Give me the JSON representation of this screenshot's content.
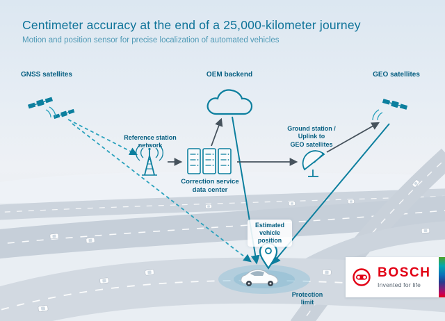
{
  "header": {
    "title": "Centimeter accuracy at the end of a 25,000-kilometer journey",
    "subtitle": "Motion and position sensor for precise localization of automated vehicles"
  },
  "diagram": {
    "gnss_label": "GNSS satellites",
    "oem_label": "OEM backend",
    "geo_label": "GEO satellites",
    "reference_station_label": "Reference station\nnetwork",
    "correction_service_label": "Correction service\ndata center",
    "ground_station_label": "Ground station /\nUplink to\nGEO satellites",
    "estimated_position_label": "Estimated\nvehicle\nposition",
    "protection_limit_label": "Protection\nlimit"
  },
  "logo": {
    "brand": "BOSCH",
    "tagline": "Invented for life"
  },
  "colors": {
    "title": "#0e7399",
    "subtitle": "#4f9ab6",
    "label": "#055e80",
    "line_teal": "#0c7f9e",
    "dashed_teal": "#2aa2bd",
    "arrow_gray": "#46525c",
    "bosch_red": "#e20015",
    "road_gray": "#c6cfd9",
    "protection_ellipse": "#8fc1d9"
  },
  "icons": {
    "gnss-satellite-icon": "🛰",
    "geo-satellite-icon": "🛰",
    "cloud-icon": "☁",
    "antenna-icon": "📶",
    "server-rack-icon": "🗄",
    "dish-icon": "📡",
    "map-pin-icon": "📍",
    "car-icon": "🚗",
    "bosch-mark-icon": "⊕"
  }
}
